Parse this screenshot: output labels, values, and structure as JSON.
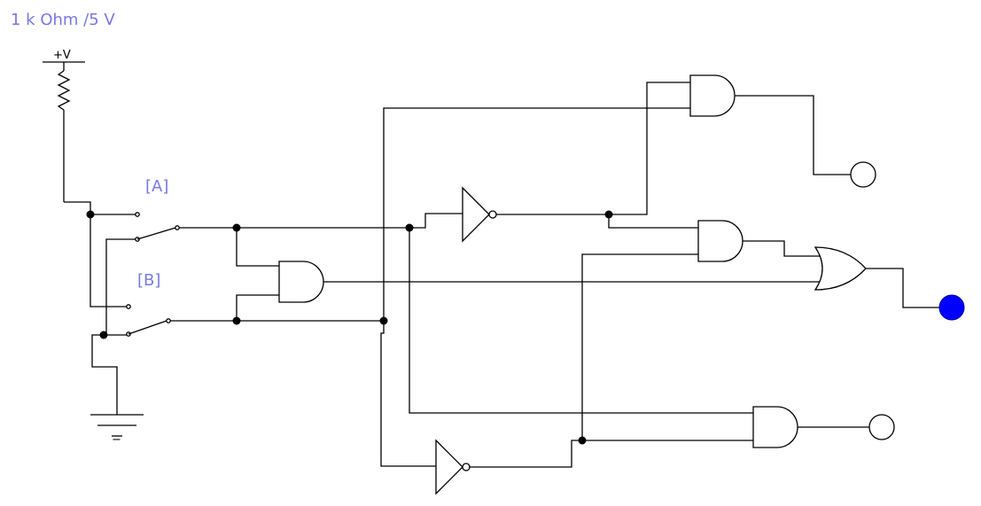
{
  "circuit": {
    "title": "1 k Ohm /5 V",
    "supply_label": "+V",
    "ground_label": "−",
    "switch_a_label": "[A]",
    "switch_b_label": "[B]",
    "output_color": "#0000ff",
    "output_off_color": "#ffffff",
    "label_color": "#7878e6"
  }
}
